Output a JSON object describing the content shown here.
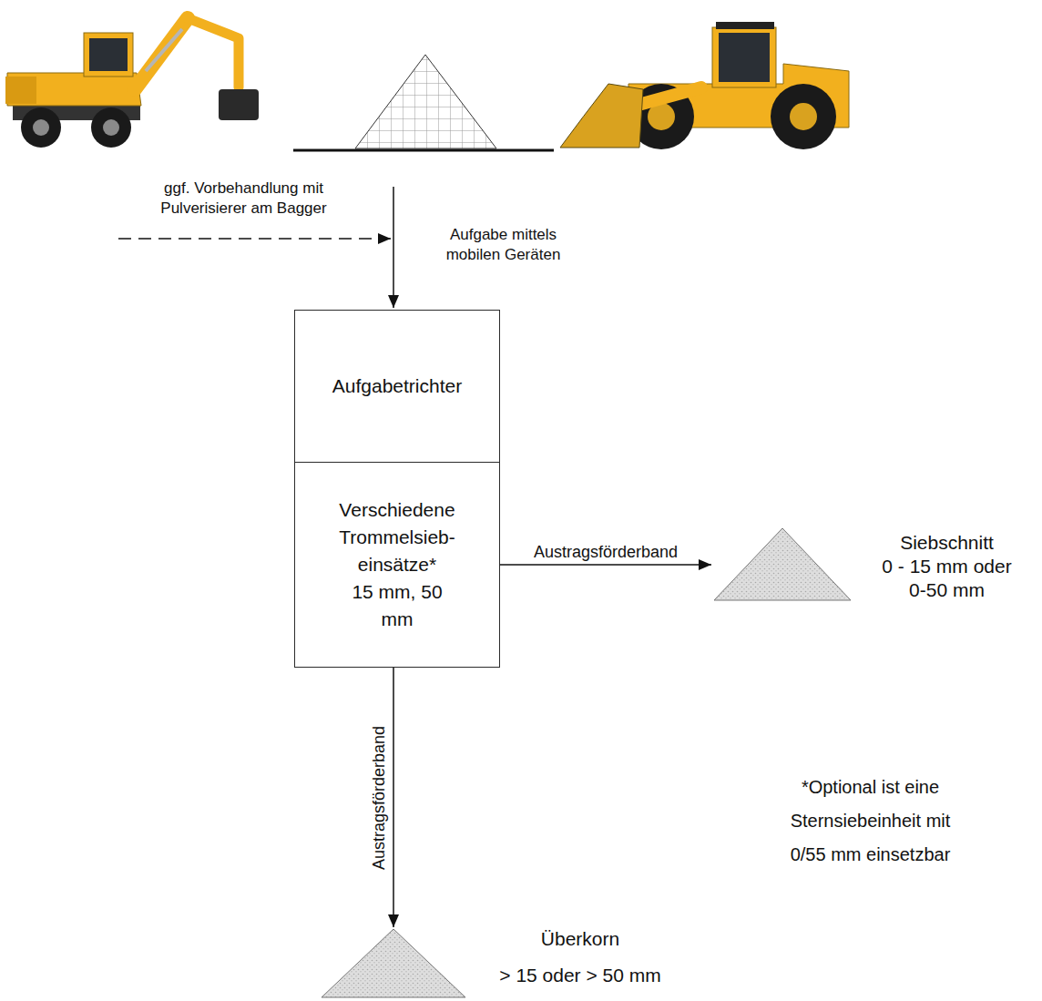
{
  "diagram": {
    "nodes": [
      {
        "text": [
          "Aufgabetrichter"
        ]
      },
      {
        "text": [
          "Verschiedene Trommelsieb- einsätze*",
          "15 mm, 50 mm"
        ]
      },
      {
        "text": [
          "Siebschnitt",
          "0 - 15 mm oder 0-50 mm"
        ]
      },
      {
        "text": [
          "Überkorn",
          "> 15 oder > 50 mm"
        ]
      }
    ],
    "edges": [
      {
        "from": 1,
        "to": 2,
        "label": "Austragsförderband",
        "arrow": "to"
      },
      {
        "from": 1,
        "to": 3,
        "label": "Austragsförderband",
        "arrow": "to"
      }
    ],
    "labels": [
      "ggf. Vorbehandlung mit Pulverisierer am Bagger",
      "Aufgabe mittels mobilen Geräten",
      "*Optional ist eine Sternsiebeinheit mit 0/55 mm einsetzbar"
    ]
  }
}
